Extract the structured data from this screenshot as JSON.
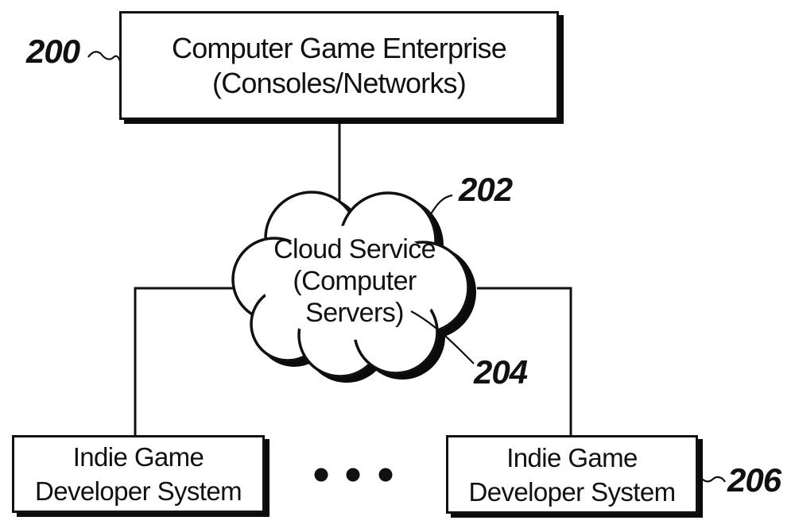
{
  "figure": {
    "background": "#ffffff",
    "ink": "#111111",
    "nodes": {
      "enterprise": {
        "ref": "200",
        "label_line1": "Computer Game Enterprise",
        "label_line2": "(Consoles/Networks)"
      },
      "cloud": {
        "ref_outline": "202",
        "ref_service": "204",
        "label_line1": "Cloud Service",
        "label_line2": "(Computer",
        "label_line3": "Servers)"
      },
      "developer_left": {
        "label_line1": "Indie Game",
        "label_line2": "Developer System"
      },
      "developer_right": {
        "ref": "206",
        "label_line1": "Indie Game",
        "label_line2": "Developer System"
      }
    }
  }
}
